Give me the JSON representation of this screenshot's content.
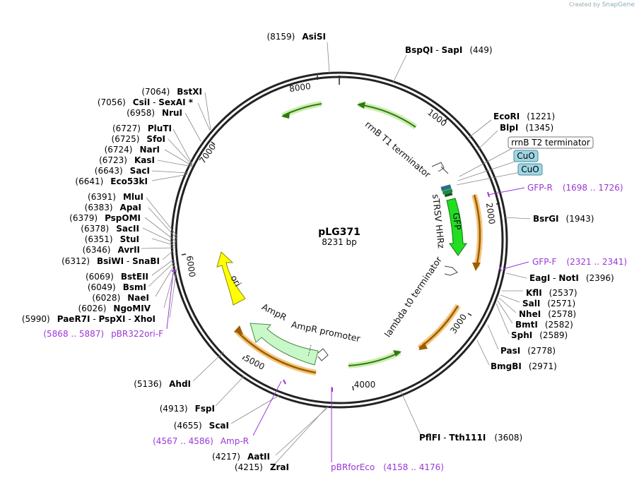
{
  "credit": {
    "prefix": "Created by",
    "brand": "SnapGene"
  },
  "plasmid": {
    "name": "pLG371",
    "length_label": "8231 bp",
    "length": 8231
  },
  "ticks": [
    "1000",
    "2000",
    "3000",
    "4000",
    "5000",
    "6000",
    "7000",
    "8000"
  ],
  "features": [
    {
      "id": "rrnB-T1",
      "label": "rrnB T1 terminator",
      "type": "terminator"
    },
    {
      "id": "sTRSV",
      "label": "sTRSV HHRz",
      "type": "misc"
    },
    {
      "id": "GFP",
      "label": "GFP",
      "type": "cds",
      "color": "#22dd22"
    },
    {
      "id": "lambda-t0",
      "label": "lambda t0 terminator",
      "type": "terminator"
    },
    {
      "id": "AmpR-promoter",
      "label": "AmpR promoter",
      "type": "promoter"
    },
    {
      "id": "AmpR",
      "label": "AmpR",
      "type": "cds",
      "color": "#c8f7c8"
    },
    {
      "id": "ori",
      "label": "ori",
      "type": "origin",
      "color": "#ffff00"
    }
  ],
  "boxed_labels": [
    {
      "id": "rrnB-T2",
      "label": "rrnB T2 terminator",
      "fill": "#ffffff"
    },
    {
      "id": "CuO-1",
      "label": "CuO",
      "fill": "#9fd6e4"
    },
    {
      "id": "CuO-2",
      "label": "CuO",
      "fill": "#9fd6e4"
    }
  ],
  "sites": [
    {
      "id": "AsiSI",
      "pos": "(8159)",
      "name": "AsiSI"
    },
    {
      "id": "BspQI",
      "name": "BspQI",
      "sep": " - ",
      "name2": "SapI",
      "pos": "(449)"
    },
    {
      "id": "EcoRI",
      "name": "EcoRI",
      "pos": "(1221)"
    },
    {
      "id": "BlpI",
      "name": "BlpI",
      "pos": "(1345)"
    },
    {
      "id": "BsrGI",
      "name": "BsrGI",
      "pos": "(1943)"
    },
    {
      "id": "EagI",
      "name": "EagI",
      "sep": " - ",
      "name2": "NotI",
      "pos": "(2396)"
    },
    {
      "id": "KflI",
      "name": "KflI",
      "pos": "(2537)"
    },
    {
      "id": "SalI",
      "name": "SalI",
      "pos": "(2571)"
    },
    {
      "id": "NheI",
      "name": "NheI",
      "pos": "(2578)"
    },
    {
      "id": "BmtI",
      "name": "BmtI",
      "pos": "(2582)"
    },
    {
      "id": "SphI",
      "name": "SphI",
      "pos": "(2589)"
    },
    {
      "id": "PasI",
      "name": "PasI",
      "pos": "(2778)"
    },
    {
      "id": "BmgBI",
      "name": "BmgBI",
      "pos": "(2971)"
    },
    {
      "id": "PflFI",
      "name": "PflFI",
      "sep": " - ",
      "name2": "Tth111I",
      "pos": "(3608)"
    },
    {
      "id": "AatII",
      "pos": "(4217)",
      "name": "AatII"
    },
    {
      "id": "ZraI",
      "pos": "(4215)",
      "name": "ZraI"
    },
    {
      "id": "ScaI",
      "pos": "(4655)",
      "name": "ScaI"
    },
    {
      "id": "FspI",
      "pos": "(4913)",
      "name": "FspI"
    },
    {
      "id": "AhdI",
      "pos": "(5136)",
      "name": "AhdI"
    },
    {
      "id": "PaeR7I",
      "pos": "(5990)",
      "name": "PaeR7I",
      "sep": " - ",
      "name2": "PspXI",
      "sep2": " - ",
      "name3": "XhoI"
    },
    {
      "id": "NgoMIV",
      "pos": "(6026)",
      "name": "NgoMIV"
    },
    {
      "id": "NaeI",
      "pos": "(6028)",
      "name": "NaeI"
    },
    {
      "id": "BsmI",
      "pos": "(6049)",
      "name": "BsmI"
    },
    {
      "id": "BstEII",
      "pos": "(6069)",
      "name": "BstEII"
    },
    {
      "id": "BsiWI",
      "pos": "(6312)",
      "name": "BsiWI",
      "sep": " - ",
      "name2": "SnaBI"
    },
    {
      "id": "AvrII",
      "pos": "(6346)",
      "name": "AvrII"
    },
    {
      "id": "StuI",
      "pos": "(6351)",
      "name": "StuI"
    },
    {
      "id": "SacII",
      "pos": "(6378)",
      "name": "SacII"
    },
    {
      "id": "PspOMI",
      "pos": "(6379)",
      "name": "PspOMI"
    },
    {
      "id": "ApaI",
      "pos": "(6383)",
      "name": "ApaI"
    },
    {
      "id": "MluI",
      "pos": "(6391)",
      "name": "MluI"
    },
    {
      "id": "Eco53kI",
      "pos": "(6641)",
      "name": "Eco53kI"
    },
    {
      "id": "SacI",
      "pos": "(6643)",
      "name": "SacI"
    },
    {
      "id": "KasI",
      "pos": "(6723)",
      "name": "KasI"
    },
    {
      "id": "NarI",
      "pos": "(6724)",
      "name": "NarI"
    },
    {
      "id": "SfoI",
      "pos": "(6725)",
      "name": "SfoI"
    },
    {
      "id": "PluTI",
      "pos": "(6727)",
      "name": "PluTI"
    },
    {
      "id": "NruI",
      "pos": "(6958)",
      "name": "NruI"
    },
    {
      "id": "CsiI",
      "pos": "(7056)",
      "name": "CsiI",
      "sep": " - ",
      "name2": "SexAI *"
    },
    {
      "id": "BstXI",
      "pos": "(7064)",
      "name": "BstXI"
    }
  ],
  "primers": [
    {
      "id": "GFP-R",
      "name": "GFP-R",
      "range": "(1698 .. 1726)"
    },
    {
      "id": "GFP-F",
      "name": "GFP-F",
      "range": "(2321 .. 2341)"
    },
    {
      "id": "Amp-R",
      "range": "(4567 .. 4586)",
      "name": "Amp-R"
    },
    {
      "id": "pBRforEco",
      "name": "pBRforEco",
      "range": "(4158 .. 4176)"
    },
    {
      "id": "pBR322ori-F",
      "range": "(5868 .. 5887)",
      "name": "pBR322ori-F"
    }
  ]
}
